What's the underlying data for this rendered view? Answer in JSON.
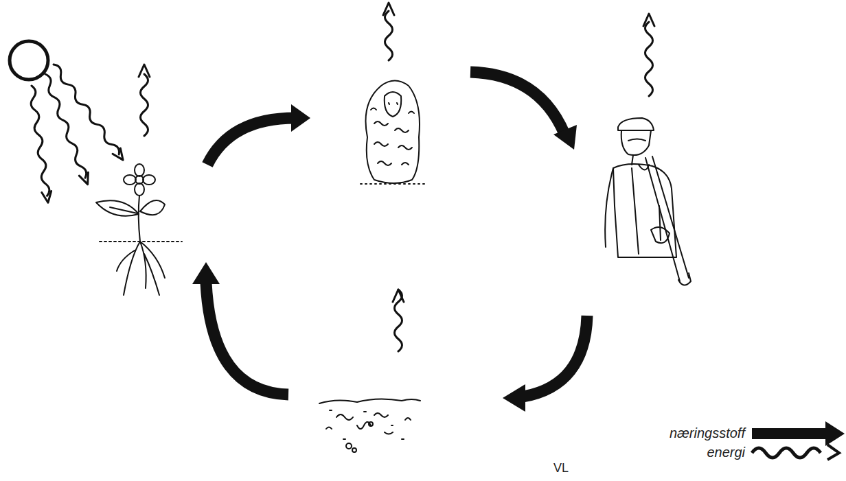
{
  "diagram": {
    "labels": [
      "VL"
    ],
    "legend": [
      {
        "text": "næringsstoff"
      },
      {
        "text": "energi"
      }
    ]
  }
}
